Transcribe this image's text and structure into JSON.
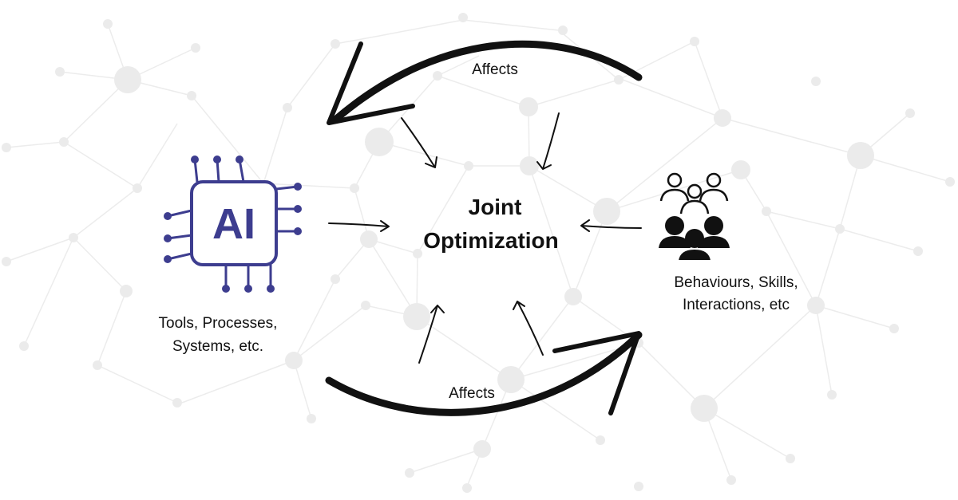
{
  "center": {
    "line1": "Joint",
    "line2": "Optimization"
  },
  "top_arrow_label": "Affects",
  "bottom_arrow_label": "Affects",
  "ai_chip": {
    "text": "AI",
    "color": "#3d3d8f"
  },
  "left_caption": {
    "line1": "Tools, Processes,",
    "line2": "Systems, etc."
  },
  "right_caption": {
    "line1": "Behaviours, Skills,",
    "line2": "Interactions, etc"
  },
  "icons": {
    "left": "ai-chip-icon",
    "right": "people-group-icon"
  },
  "colors": {
    "network": "#e8e8e8",
    "arrows": "#111111",
    "ai": "#3d3d8f"
  }
}
